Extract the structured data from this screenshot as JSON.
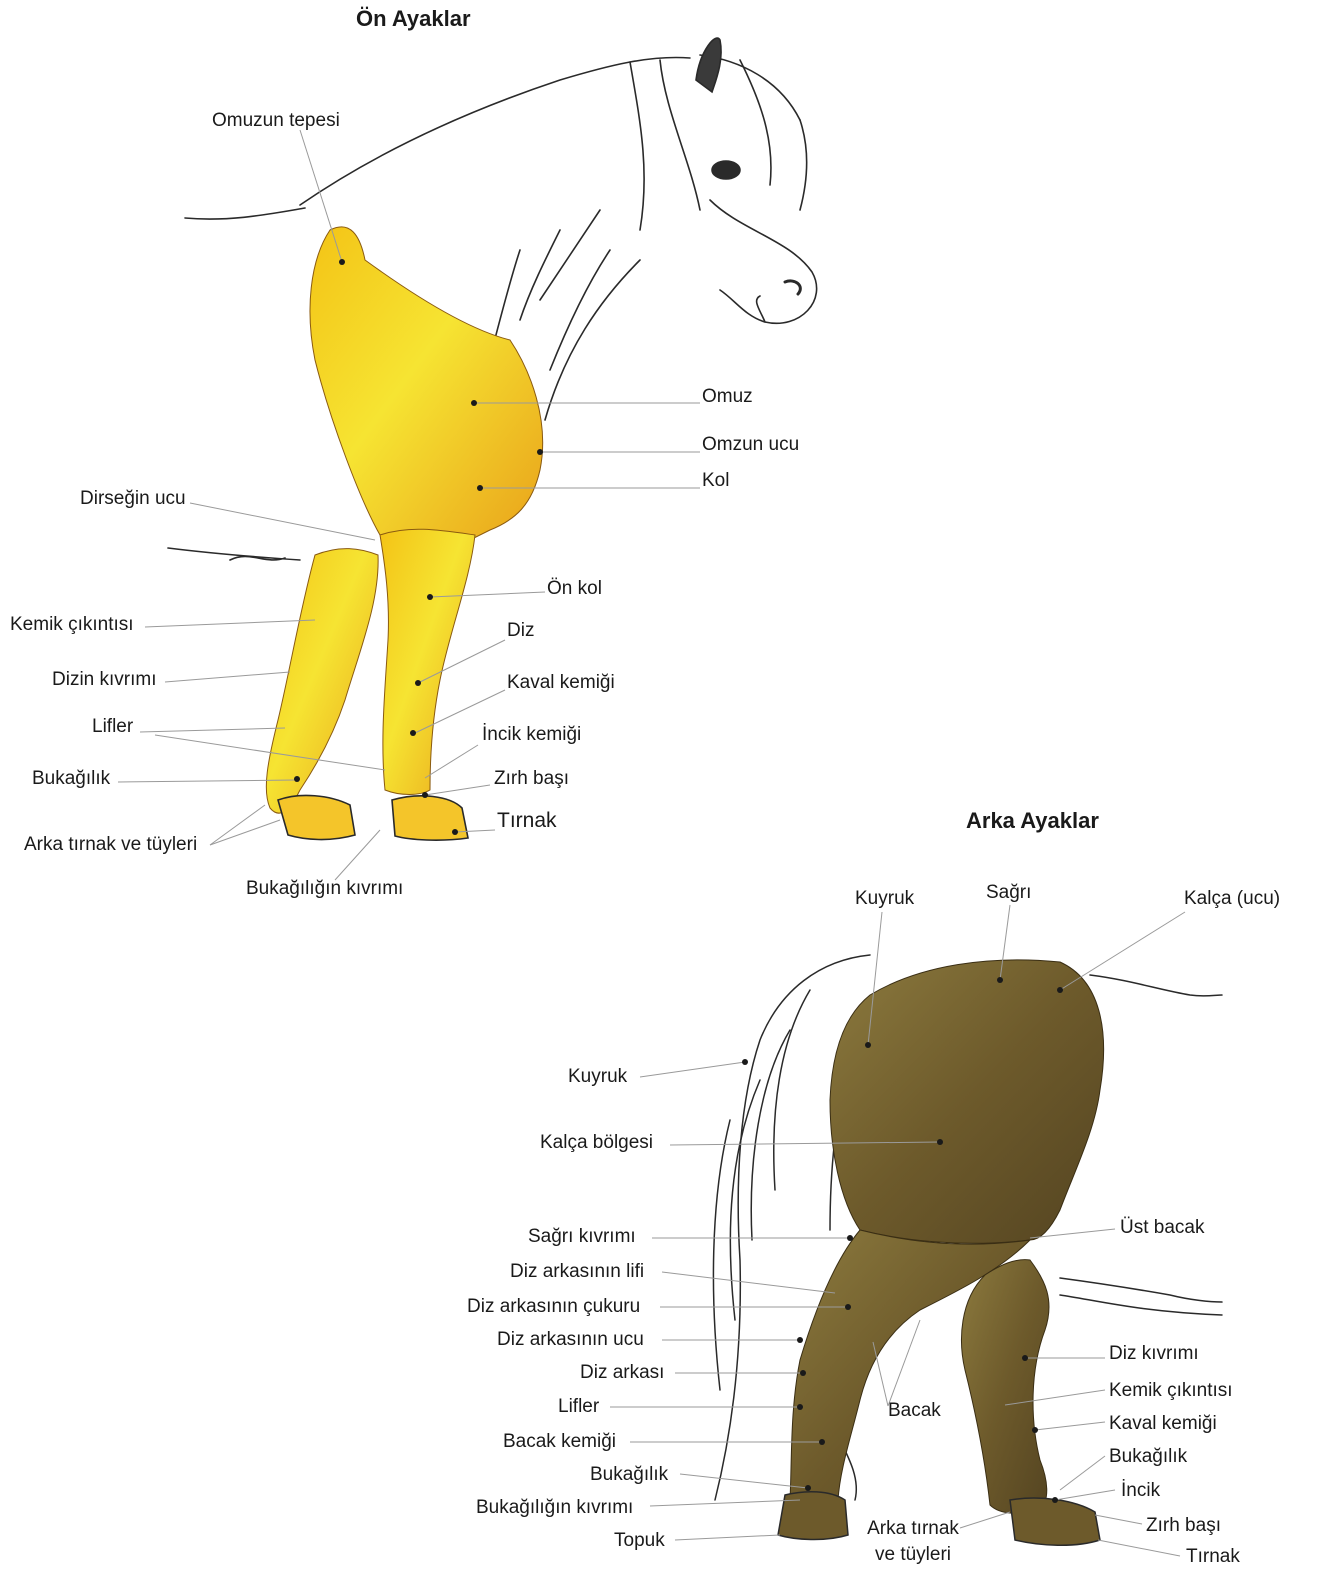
{
  "front": {
    "title": "Ön Ayaklar",
    "labels": {
      "omuzun_tepesi": "Omuzun tepesi",
      "omuz": "Omuz",
      "omzun_ucu": "Omzun ucu",
      "kol": "Kol",
      "dirsegin_ucu": "Dirseğin ucu",
      "on_kol": "Ön kol",
      "kemik_cikintisi": "Kemik çıkıntısı",
      "diz": "Diz",
      "dizin_kivrimi": "Dizin kıvrımı",
      "kaval_kemigi": "Kaval kemiği",
      "lifler": "Lifler",
      "incik_kemigi": "İncik kemiği",
      "bukagilik": "Bukağılık",
      "zirh_basi": "Zırh başı",
      "tirnak": "Tırnak",
      "arka_tirnak_ve_tuyleri": "Arka tırnak ve tüyleri",
      "bukagiligin_kivrimi": "Bukağılığın kıvrımı"
    }
  },
  "rear": {
    "title": "Arka Ayaklar",
    "labels": {
      "kuyruk_top": "Kuyruk",
      "sagri": "Sağrı",
      "kalca_ucu": "Kalça (ucu)",
      "kuyruk": "Kuyruk",
      "kalca_bolgesi": "Kalça bölgesi",
      "ust_bacak": "Üst bacak",
      "sagri_kivrimi": "Sağrı kıvrımı",
      "diz_arkasinin_lifi": "Diz arkasının lifi",
      "diz_arkasinin_cukuru": "Diz arkasının çukuru",
      "diz_arkasinin_ucu": "Diz arkasının ucu",
      "diz_kivrimi": "Diz kıvrımı",
      "diz_arkasi": "Diz arkası",
      "kemik_cikintisi": "Kemik çıkıntısı",
      "bacak": "Bacak",
      "lifler": "Lifler",
      "kaval_kemigi": "Kaval kemiği",
      "bacak_kemigi": "Bacak kemiği",
      "bukagilik_right": "Bukağılık",
      "bukagilik_left": "Bukağılık",
      "incik": "İncik",
      "bukagiligin_kivrimi": "Bukağılığın kıvrımı",
      "zirh_basi": "Zırh başı",
      "topuk": "Topuk",
      "arka_tirnak_line1": "Arka tırnak",
      "arka_tirnak_line2": "ve tüyleri",
      "tirnak": "Tırnak"
    }
  },
  "colors": {
    "front_leg_light": "#f6e432",
    "front_leg_mid": "#f3c316",
    "front_leg_dark": "#e9951a",
    "rear_leg_light": "#8c7a3e",
    "rear_leg_mid": "#6d5a2b",
    "rear_leg_dark": "#4f3f1c",
    "sketch_line": "#2a2a2a",
    "leader_line": "#9a9a9a"
  }
}
